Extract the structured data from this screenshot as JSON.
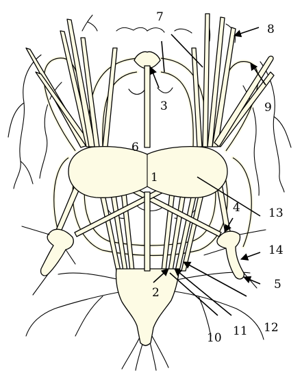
{
  "labels": {
    "l1": "1",
    "l2": "2",
    "l3": "3",
    "l4": "4",
    "l5": "5",
    "l6": "6",
    "l7": "7",
    "l8": "8",
    "l9": "9",
    "l10": "10",
    "l11": "11",
    "l12": "12",
    "l13": "13",
    "l14": "14"
  },
  "colors": {
    "nerve_fill": "#fdfbe4",
    "outline": "#000000",
    "background": "#ffffff"
  }
}
